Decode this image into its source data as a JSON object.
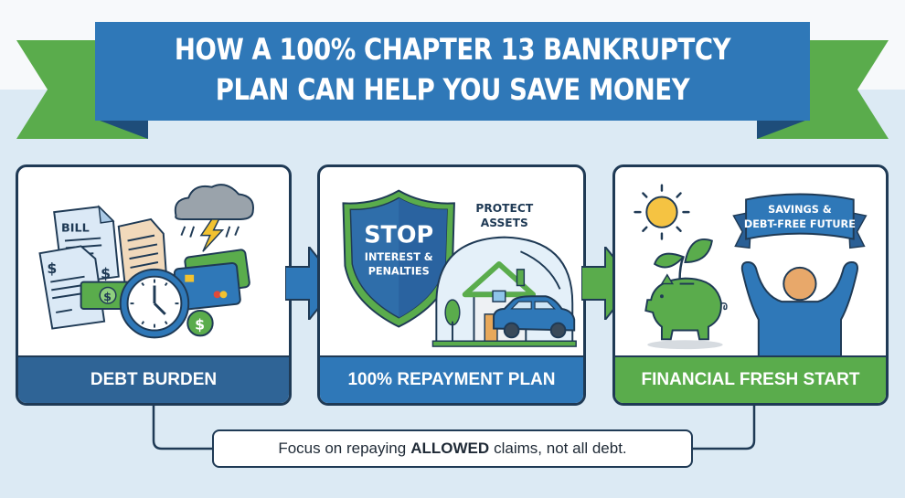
{
  "banner": {
    "line1": "HOW A 100% CHAPTER 13 BANKRUPTCY",
    "line2": "PLAN CAN HELP YOU SAVE MONEY"
  },
  "colors": {
    "banner_blue": "#2f78b8",
    "banner_shadow": "#1e4d7a",
    "ribbon_green": "#5aac4c",
    "outline": "#1f3a55",
    "background_light": "#dceaf4"
  },
  "steps": [
    {
      "label": "DEBT BURDEN",
      "icons": [
        "bill-icon",
        "invoice-icon",
        "storm-cloud-icon",
        "lightning-icon",
        "credit-card-icon",
        "clock-icon",
        "cash-icon",
        "coin-icon"
      ],
      "illustration_text": {
        "bill": "BILL",
        "dollar": "$"
      }
    },
    {
      "label": "100% REPAYMENT PLAN",
      "icons": [
        "shield-icon",
        "house-icon",
        "car-icon",
        "tree-icon",
        "dome-icon"
      ],
      "shield_text": {
        "big": "STOP",
        "line1": "INTEREST &",
        "line2": "PENALTIES"
      },
      "protect_text": {
        "line1": "PROTECT",
        "line2": "ASSETS"
      }
    },
    {
      "label": "FINANCIAL FRESH START",
      "icons": [
        "sun-icon",
        "piggy-bank-icon",
        "sprout-icon",
        "person-celebrating-icon",
        "ribbon-icon"
      ],
      "ribbon_text": {
        "line1": "SAVINGS &",
        "line2": "DEBT-FREE FUTURE"
      }
    }
  ],
  "note": {
    "before": "Focus on repaying",
    "emphasis": "ALLOWED",
    "after": "claims, not all debt."
  }
}
